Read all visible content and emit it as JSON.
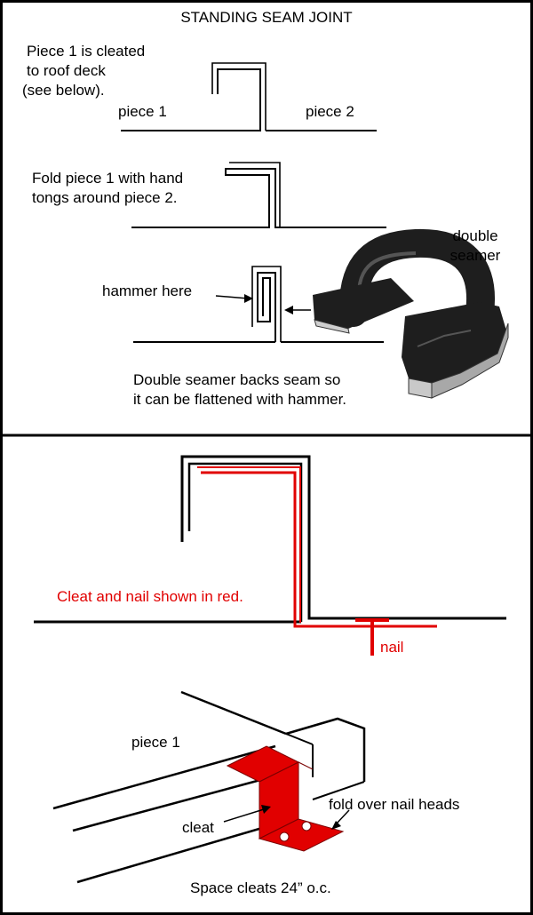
{
  "title": "STANDING SEAM JOINT",
  "top": {
    "note_cleat": [
      "Piece 1 is cleated",
      "to roof deck",
      "(see below)."
    ],
    "label_piece1": "piece 1",
    "label_piece2": "piece 2",
    "note_fold": [
      "Fold piece 1 with hand",
      "tongs around piece 2."
    ],
    "label_double_seamer": [
      "double",
      "seamer"
    ],
    "label_hammer_here": "hammer here",
    "note_backs": [
      "Double seamer backs seam so",
      "it can be flattened with hammer."
    ]
  },
  "bottom": {
    "note_red": "Cleat and nail shown in red.",
    "label_nail": "nail",
    "label_piece1": "piece 1",
    "label_cleat": "cleat",
    "label_fold_over": "fold over nail heads",
    "note_spacing": "Space cleats 24” o.c."
  },
  "colors": {
    "line": "#000000",
    "cleat_red": "#e10000",
    "seamer_iron": "#1e1e1e",
    "seamer_steel": "#c9c9c9"
  }
}
